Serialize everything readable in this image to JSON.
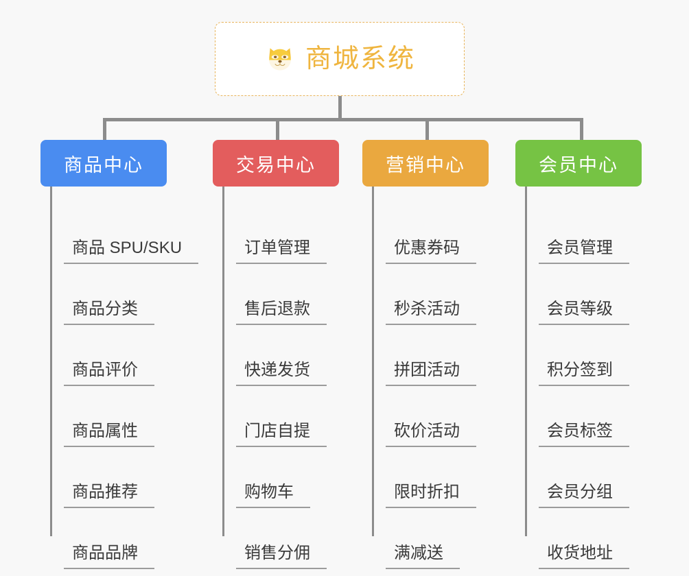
{
  "background_color": "#f8f8f8",
  "root": {
    "icon": "shiba-dog-icon",
    "emoji": "🐕",
    "title": "商城系统",
    "title_color": "#efb53f",
    "border_color": "#e8b45a"
  },
  "columns": [
    {
      "id": "product-center",
      "label": "商品中心",
      "color": "#4a8cf0",
      "items": [
        "商品 SPU/SKU",
        "商品分类",
        "商品评价",
        "商品属性",
        "商品推荐",
        "商品品牌"
      ]
    },
    {
      "id": "trade-center",
      "label": "交易中心",
      "color": "#e35d5d",
      "items": [
        "订单管理",
        "售后退款",
        "快递发货",
        "门店自提",
        "购物车",
        "销售分佣"
      ]
    },
    {
      "id": "marketing-center",
      "label": "营销中心",
      "color": "#eaa83f",
      "items": [
        "优惠券码",
        "秒杀活动",
        "拼团活动",
        "砍价活动",
        "限时折扣",
        "满减送"
      ]
    },
    {
      "id": "member-center",
      "label": "会员中心",
      "color": "#76c344",
      "items": [
        "会员管理",
        "会员等级",
        "积分签到",
        "会员标签",
        "会员分组",
        "收货地址"
      ]
    }
  ],
  "connector_color": "#8c8c8c",
  "leaf_text_color": "#3a3a3a",
  "leaf_rule_color": "#9b9b9b"
}
